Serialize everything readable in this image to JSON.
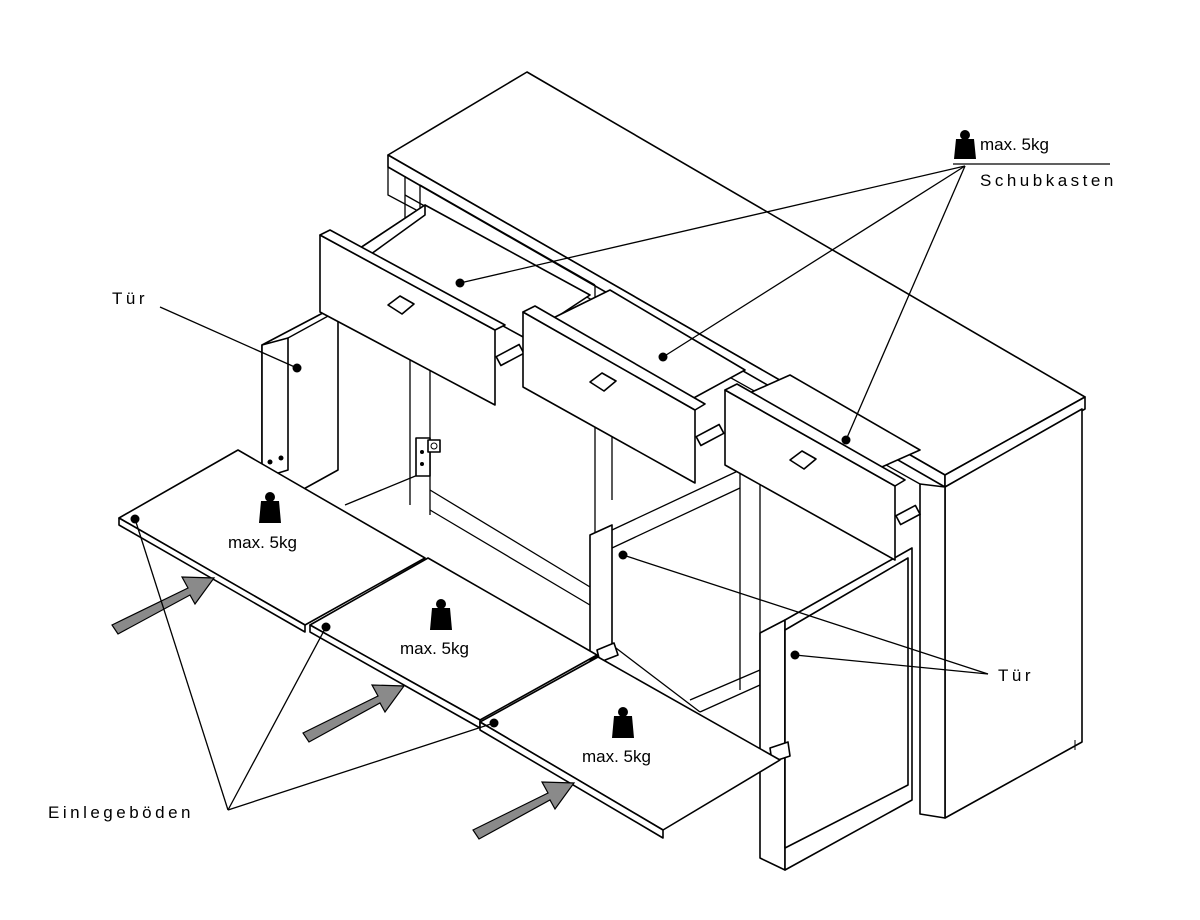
{
  "labels": {
    "schubkasten": "Schubkasten",
    "tuer_left": "Tür",
    "tuer_right": "Tür",
    "einlegeboeden": "Einlegeböden"
  },
  "weights": {
    "drawer": "max. 5kg",
    "shelf1": "max. 5kg",
    "shelf2": "max. 5kg",
    "shelf3": "max. 5kg"
  },
  "icons": [
    "weight-icon",
    "push-arrow-icon",
    "drawer-handle-icon",
    "hinge-icon"
  ]
}
